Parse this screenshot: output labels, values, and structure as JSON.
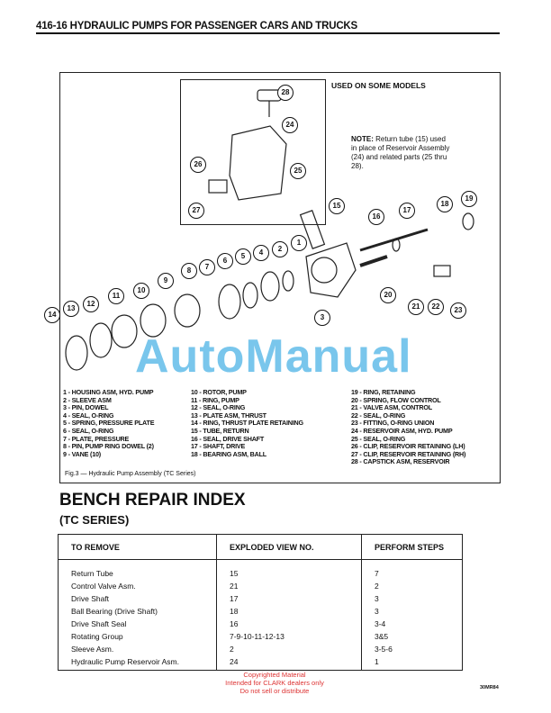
{
  "header": {
    "title": "416-16  HYDRAULIC PUMPS FOR PASSENGER CARS AND TRUCKS"
  },
  "figure": {
    "used_on": "USED ON SOME MODELS",
    "note_label": "NOTE:",
    "note_text": "Return tube (15) used in place of Reservoir Assembly (24) and related parts (25 thru 28).",
    "callouts": [
      "28",
      "24",
      "26",
      "25",
      "27",
      "15",
      "16",
      "17",
      "18",
      "19",
      "1",
      "2",
      "4",
      "5",
      "6",
      "7",
      "8",
      "9",
      "10",
      "11",
      "12",
      "13",
      "14",
      "3",
      "20",
      "21",
      "22",
      "23"
    ],
    "legend_col1": [
      "1 - HOUSING ASM, HYD. PUMP",
      "2 - SLEEVE ASM",
      "3 - PIN, DOWEL",
      "4 - SEAL, O-RING",
      "5 - SPRING, PRESSURE PLATE",
      "6 - SEAL, O-RING",
      "7 - PLATE, PRESSURE",
      "8 - PIN, PUMP RING DOWEL (2)",
      "9 - VANE (10)"
    ],
    "legend_col2": [
      "10 - ROTOR, PUMP",
      "11 - RING, PUMP",
      "12 - SEAL, O-RING",
      "13 - PLATE ASM, THRUST",
      "14 - RING, THRUST PLATE RETAINING",
      "15 - TUBE, RETURN",
      "16 - SEAL, DRIVE SHAFT",
      "17 - SHAFT, DRIVE",
      "18 - BEARING ASM, BALL"
    ],
    "legend_col3": [
      "19 - RING, RETAINING",
      "20 - SPRING, FLOW CONTROL",
      "21 - VALVE ASM, CONTROL",
      "22 - SEAL, O-RING",
      "23 - FITTING, O-RING UNION",
      "24 - RESERVOIR ASM, HYD. PUMP",
      "25 - SEAL, O-RING",
      "26 - CLIP, RESERVOIR RETAINING (LH)",
      "27 - CLIP, RESERVOIR RETAINING (RH)",
      "28 - CAPSTICK ASM, RESERVOIR"
    ],
    "caption": "Fig.3 — Hydraulic Pump Assembly (TC Series)"
  },
  "watermark": "AutoManual",
  "index": {
    "title": "BENCH REPAIR INDEX",
    "subtitle": "(TC SERIES)",
    "headers": [
      "TO REMOVE",
      "EXPLODED VIEW NO.",
      "PERFORM STEPS"
    ],
    "rows": [
      [
        "Return Tube",
        "15",
        "7"
      ],
      [
        "Control Valve Asm.",
        "21",
        "2"
      ],
      [
        "Drive Shaft",
        "17",
        "3"
      ],
      [
        "Ball Bearing (Drive Shaft)",
        "18",
        "3"
      ],
      [
        "Drive Shaft Seal",
        "16",
        "3-4"
      ],
      [
        "Rotating Group",
        "7-9-10-11-12-13",
        "3&5"
      ],
      [
        "Sleeve Asm.",
        "2",
        "3-5-6"
      ],
      [
        "Hydraulic Pump Reservoir Asm.",
        "24",
        "1"
      ]
    ]
  },
  "copyright": [
    "Copyrighted Material",
    "Intended for CLARK dealers only",
    "Do not sell or distribute"
  ],
  "code": "30MR84"
}
